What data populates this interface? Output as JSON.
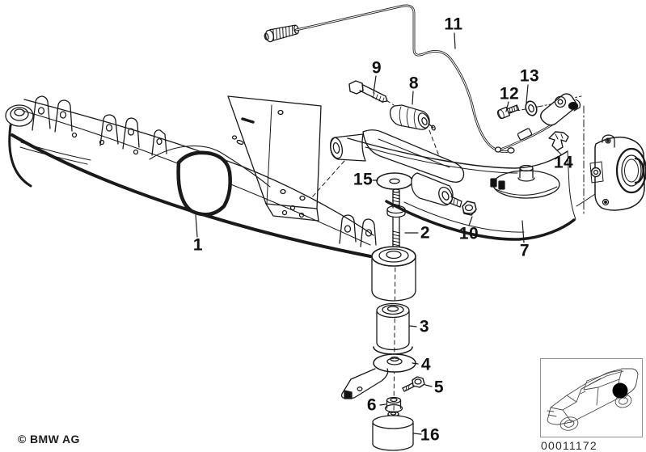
{
  "callouts": [
    "1",
    "2",
    "3",
    "4",
    "5",
    "6",
    "7",
    "8",
    "9",
    "10",
    "11",
    "12",
    "13",
    "14",
    "15",
    "16"
  ],
  "footer": {
    "copyright": "© BMW AG"
  },
  "reference_box": {
    "diagram_number": "00011172",
    "marker_icon": "rear-axle-location-dot"
  },
  "colors": {
    "line_color": "#1a1a1a",
    "background": "#ffffff",
    "thumbnail_border": "#8f8f8f",
    "marker_color": "#000000"
  }
}
